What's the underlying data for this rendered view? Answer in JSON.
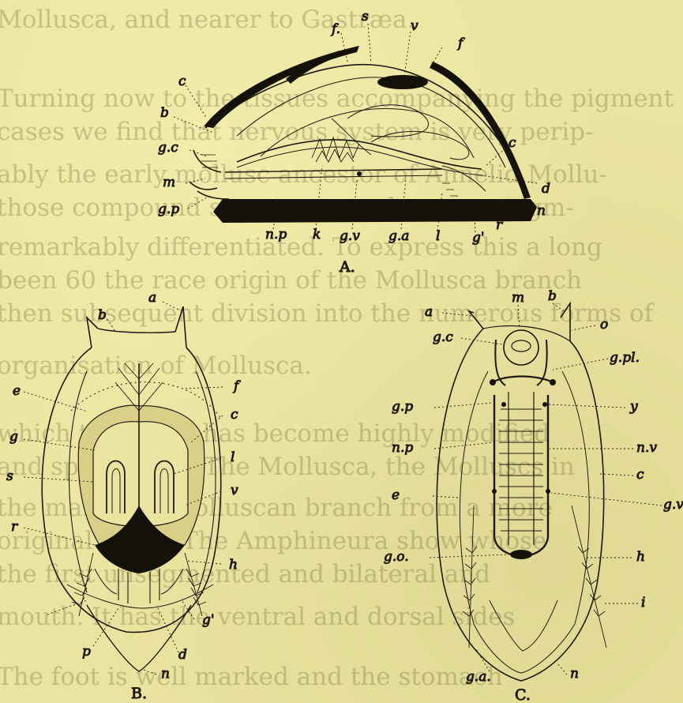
{
  "background_text": [
    "Mollusca, and nearer to Gastræa.",
    "Turning now to the tissues accompanying the pigment",
    "cases we find that nervous system is very perip-",
    "ably the early mollusc ancestor of Annelid Mollu-",
    "those compound sense-organs, but even pigm-",
    "remarkably differentiated. To express this a long",
    "been 60 the race origin of the Mollusca branch",
    "then subsequent division into the numerous forms of",
    "organisation of Mollusca.",
    "which the latter has become highly modified",
    "and specialised. The Mollusca, the Molluscs in",
    "the mark of a molluscan branch from a more",
    "original stock. The Amphineura show whose",
    "the first unsegmented and bilateral and",
    "mouth. It has the ventral and dorsal sides",
    "The foot is well marked and the stomach"
  ],
  "figure_a": {
    "caption": "A.",
    "labels": [
      "f.",
      "s",
      "v",
      "f",
      "c",
      "b",
      "g.c",
      "m",
      "g.p",
      "c",
      "d",
      "n",
      "n.p",
      "k",
      "g.v",
      "g.a",
      "l",
      "g'",
      "r"
    ]
  },
  "figure_b": {
    "caption": "B.",
    "labels": [
      "b",
      "a",
      "e",
      "f",
      "c",
      "g",
      "l",
      "s",
      "v",
      "r",
      "h",
      "g'",
      "p",
      "d",
      "n"
    ]
  },
  "figure_c": {
    "caption": "C.",
    "labels": [
      "a",
      "m",
      "b",
      "o",
      "g.c",
      "g.pl.",
      "g.p",
      "y",
      "n.p",
      "n.v",
      "c",
      "e",
      "g.v",
      "g.o.",
      "h",
      "i",
      "g.a.",
      "n"
    ]
  }
}
